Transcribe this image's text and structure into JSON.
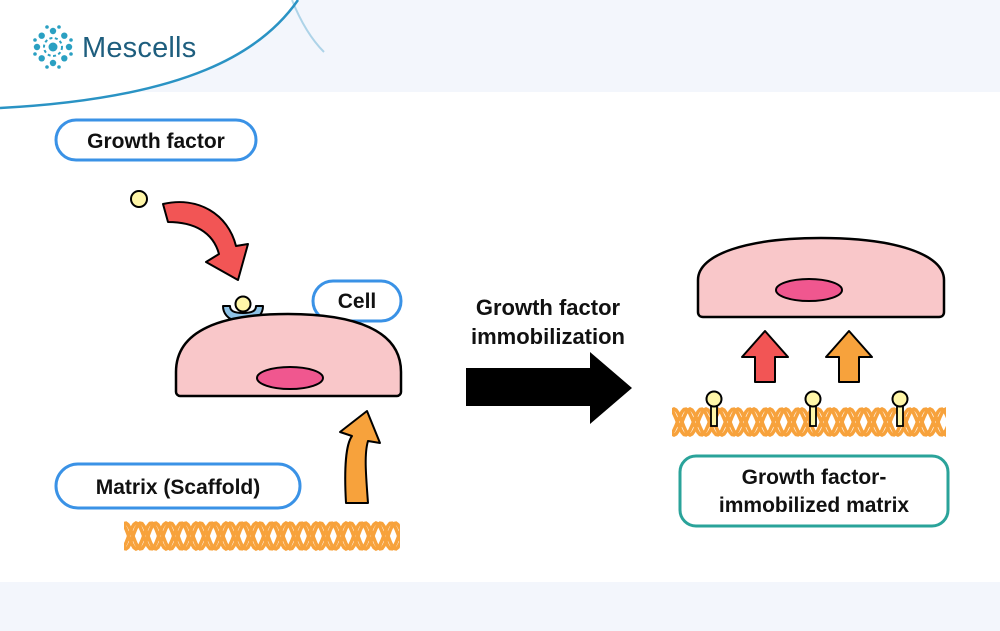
{
  "brand": {
    "name": "Mescells"
  },
  "left_panel": {
    "growth_factor_label": "Growth factor",
    "cell_label": "Cell",
    "matrix_label": "Matrix (Scaffold)"
  },
  "middle": {
    "process_line1": "Growth factor",
    "process_line2": "immobilization"
  },
  "right_panel": {
    "result_line1": "Growth factor-",
    "result_line2": "immobilized matrix"
  },
  "colors": {
    "pill_border": "#3a92e6",
    "result_border": "#2aa39a",
    "cell_fill": "#f9c7c9",
    "nucleus_fill": "#f0578f",
    "growth_factor_fill": "#fff6a8",
    "receptor_fill": "#8ec2e6",
    "red_arrow": "#f25555",
    "orange_arrow": "#f7a23c",
    "matrix_fiber": "#f7a23c",
    "process_arrow": "#000000",
    "logo_teal": "#2aa0c2",
    "logo_text": "#1e5e7e"
  }
}
